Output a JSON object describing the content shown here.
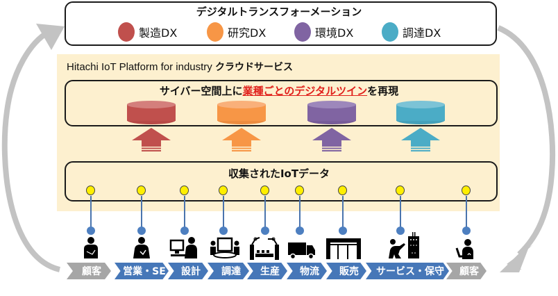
{
  "top": {
    "title": "デジタルトランスフォーメーション",
    "legend": [
      {
        "label": "製造DX",
        "color": "#c0504d"
      },
      {
        "label": "研究DX",
        "color": "#f79646"
      },
      {
        "label": "環境DX",
        "color": "#8064a2"
      },
      {
        "label": "調達DX",
        "color": "#4bacc6"
      }
    ]
  },
  "platform": {
    "title_en": "Hitachi IoT Platform for industry ",
    "title_jp": "クラウドサービス",
    "background": "#fdf0cf"
  },
  "cyber": {
    "prefix": "サイバー空間上に",
    "highlight": "業種ごとのデジタルツイン",
    "suffix": "を再現",
    "highlight_color": "#e0201b"
  },
  "iot": {
    "title": "収集されたIoTデータ",
    "point_count": 9
  },
  "process_chain": [
    {
      "label": "顧客",
      "style": "gray",
      "icon": "customer-icon"
    },
    {
      "label": "営業・SE",
      "style": "blue",
      "icon": "sales-person-icon"
    },
    {
      "label": "設計",
      "style": "blue",
      "icon": "designer-computer-icon"
    },
    {
      "label": "調達",
      "style": "blue",
      "icon": "meeting-table-icon"
    },
    {
      "label": "生産",
      "style": "blue",
      "icon": "robot-production-line-icon"
    },
    {
      "label": "物流",
      "style": "blue",
      "icon": "truck-icon"
    },
    {
      "label": "販売",
      "style": "blue",
      "icon": "store-icon"
    },
    {
      "label": "サービス・保守",
      "style": "blue",
      "icon": "maintenance-worker-icon"
    },
    {
      "label": "顧客",
      "style": "gray",
      "icon": "customer-icon"
    }
  ],
  "colors": {
    "chain_blue": "#4677b8",
    "chain_gray": "#a6a6a6",
    "connector_blue": "#4d7fc0",
    "iot_point_yellow": "#ffef00",
    "cycle_arrow_gray": "#c0c0c0"
  }
}
